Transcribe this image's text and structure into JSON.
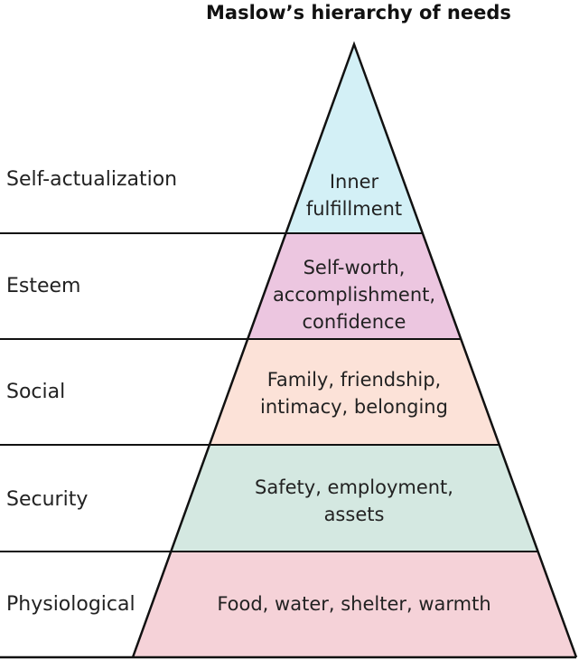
{
  "title": "Maslow’s hierarchy of needs",
  "levels": [
    {
      "name": "Self-actualization",
      "needs": [
        "Inner",
        "fulfillment"
      ],
      "color": "#d3f0f6"
    },
    {
      "name": "Esteem",
      "needs": [
        "Self-worth,",
        "accomplishment,",
        "confidence"
      ],
      "color": "#ecc6e0"
    },
    {
      "name": "Social",
      "needs": [
        "Family, friendship,",
        "intimacy, belonging"
      ],
      "color": "#fce2d8"
    },
    {
      "name": "Security",
      "needs": [
        "Safety, employment,",
        "assets"
      ],
      "color": "#d4e8e1"
    },
    {
      "name": "Physiological",
      "needs": [
        "Food, water, shelter, warmth"
      ],
      "color": "#f5d2d8"
    }
  ]
}
